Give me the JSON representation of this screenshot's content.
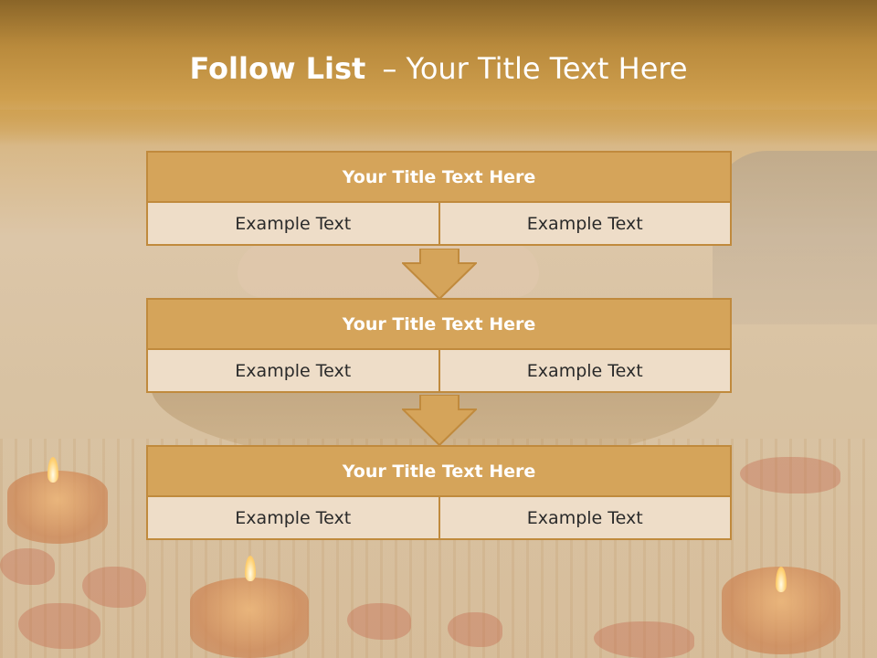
{
  "slide": {
    "title_bold": "Follow List",
    "title_rest": "– Your Title Text Here"
  },
  "steps": [
    {
      "title": "Your Title Text Here",
      "items": [
        "Example Text",
        "Example Text"
      ]
    },
    {
      "title": "Your Title Text Here",
      "items": [
        "Example Text",
        "Example Text"
      ]
    },
    {
      "title": "Your Title Text Here",
      "items": [
        "Example Text",
        "Example Text"
      ]
    }
  ],
  "colors": {
    "header_fill": "#d5a45a",
    "border": "#c08a3d",
    "cell_fill": "#eeddc8",
    "arrow_fill": "#d5a45a"
  },
  "icons": [
    "down-arrow-icon",
    "candle-icon"
  ]
}
